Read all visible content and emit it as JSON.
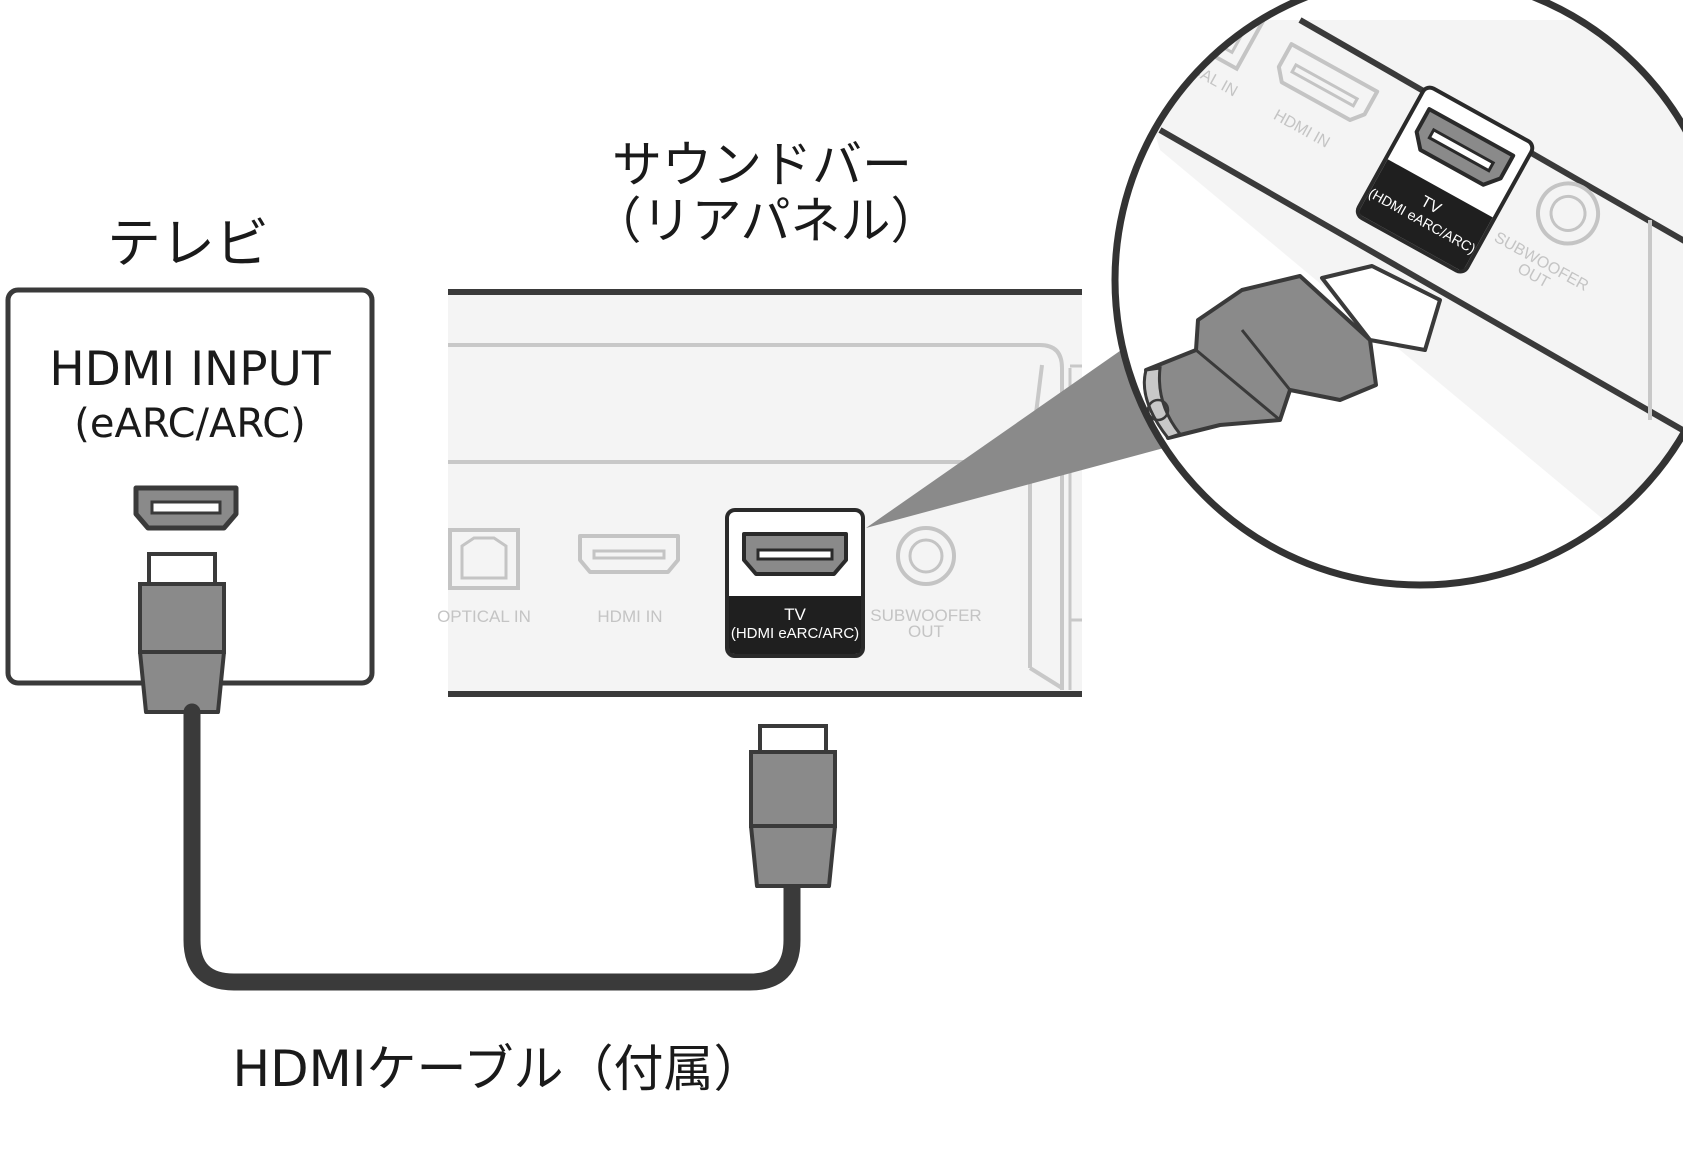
{
  "tv": {
    "title": "テレビ",
    "port_label_line1": "HDMI INPUT",
    "port_label_line2": "(eARC/ARC)"
  },
  "soundbar": {
    "title_line1": "サウンドバー",
    "title_line2": "（リアパネル）",
    "ports": {
      "optical": "OPTICAL IN",
      "hdmi_in": "HDMI IN",
      "tv_line1": "TV",
      "tv_line2": "(HDMI eARC/ARC)",
      "subwoofer_line1": "SUBWOOFER",
      "subwoofer_line2": "OUT"
    }
  },
  "cable": {
    "label": "HDMIケーブル（付属）"
  },
  "colors": {
    "outline": "#3a3a3a",
    "connector_gray": "#8a8a8a",
    "panel_fill": "#f4f4f4",
    "panel_line": "#c8c8c8",
    "highlight_black": "#1f1f1f"
  }
}
